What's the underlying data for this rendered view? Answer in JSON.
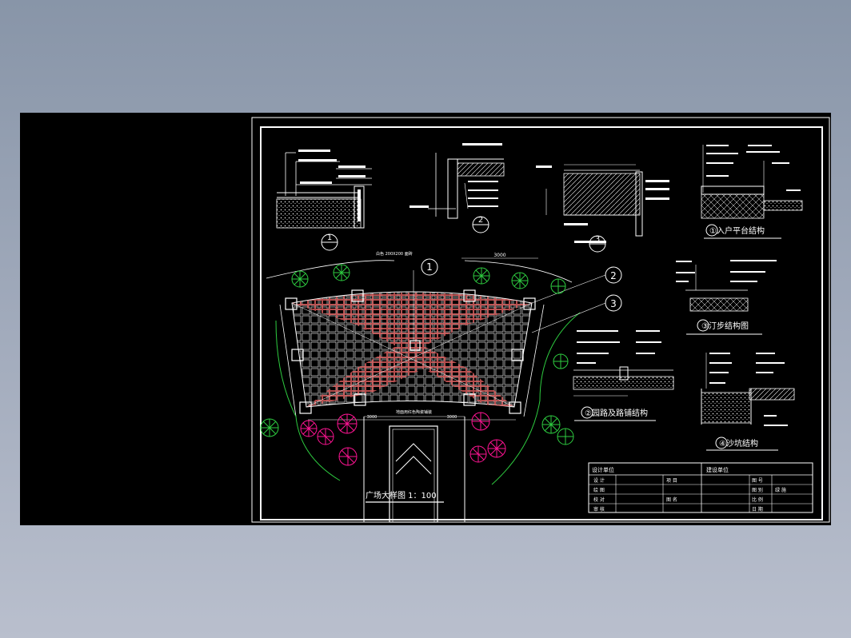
{
  "drawing": {
    "main_plan_title": "广场大样图 1：100",
    "dim_top": "3000",
    "dim_left_small": "3000",
    "dim_right_small": "3000",
    "plan_note_top": "白色 200X200 面砖",
    "plan_note_bottom": "地面用红色陶瓷铺装",
    "callouts": [
      "1",
      "2",
      "3"
    ],
    "detail_titles": {
      "d1": "①入户平台结构",
      "d2": "②园路及路铺结构",
      "d3": "③汀步结构图",
      "d4": "④沙坑结构"
    },
    "section_marks": [
      "1",
      "2",
      "3"
    ]
  },
  "title_block": {
    "design_unit": "设计单位",
    "build_unit": "建设单位",
    "rows": [
      "设 计",
      "绘 图",
      "校 对",
      "审 核"
    ],
    "project": "项 目",
    "drawing_name": "图 名",
    "right_labels": [
      "图 号",
      "图 别",
      "比 例",
      "日 期"
    ],
    "drawing_type": "绿 施"
  },
  "colors": {
    "background": "#000000",
    "paving_red": "#e06060",
    "tree_green": "#2ecc40",
    "tree_magenta": "#ff1493",
    "line_white": "#ffffff"
  }
}
